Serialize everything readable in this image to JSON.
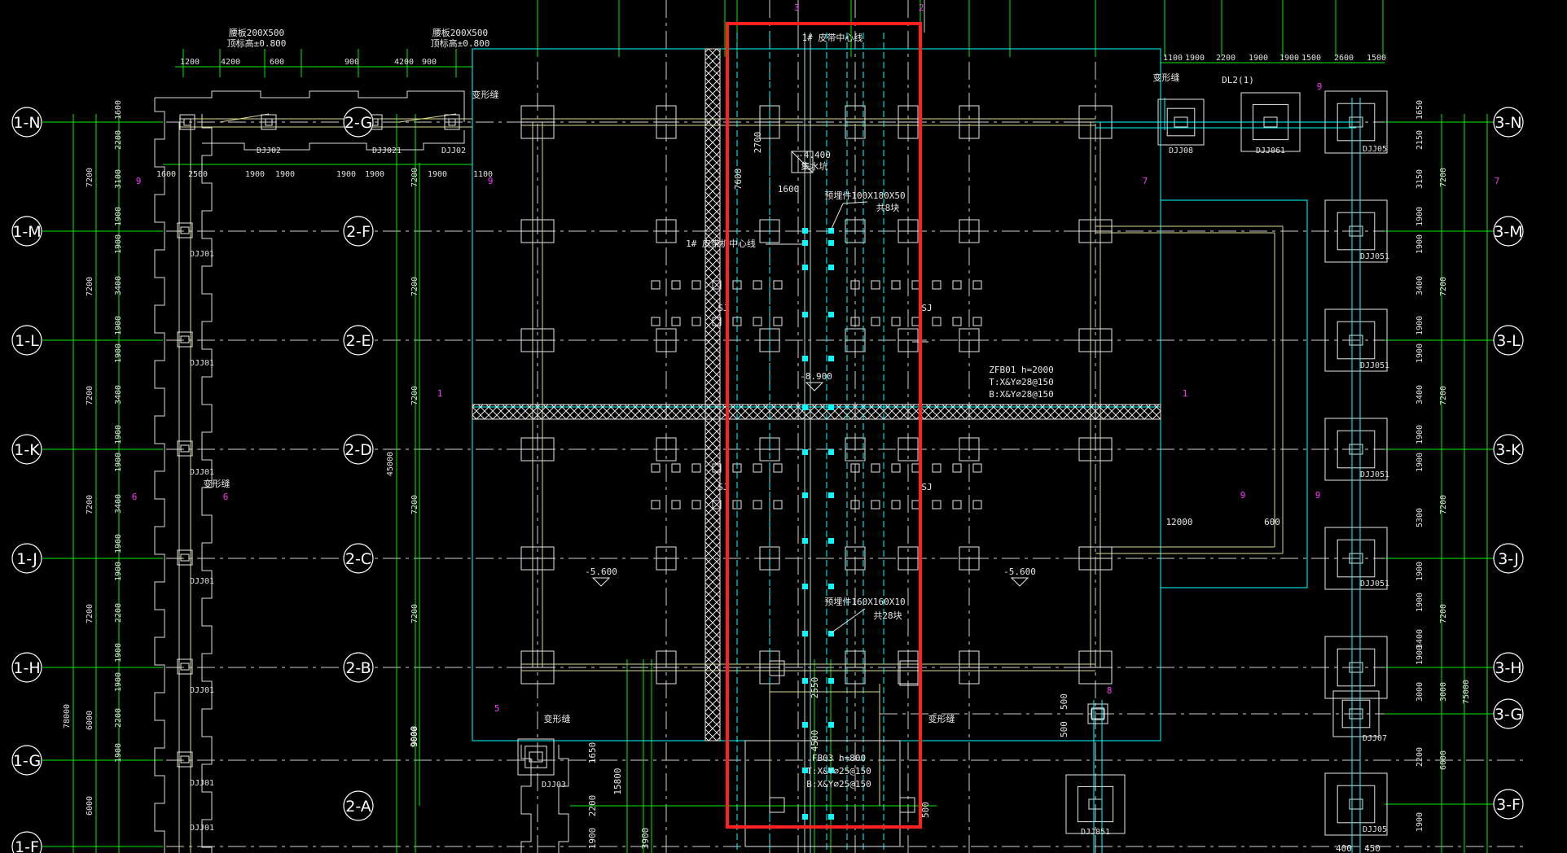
{
  "axes_left": [
    "1-N",
    "1-M",
    "1-L",
    "1-K",
    "1-J",
    "1-H",
    "1-G",
    "1-F"
  ],
  "axes_mid": [
    "2-G",
    "2-F",
    "2-E",
    "2-D",
    "2-C",
    "2-B",
    "2-A"
  ],
  "axes_right": [
    "3-N",
    "3-M",
    "3-L",
    "3-K",
    "3-J",
    "3-H",
    "3-G",
    "3-F"
  ],
  "axes_top": [
    "3",
    "2"
  ],
  "top_dims_left": [
    "1200",
    "4200",
    "600",
    "900",
    "4200",
    "900"
  ],
  "top_dims_right": [
    "1100",
    "1900",
    "2200",
    "1900",
    "1900",
    "1500",
    "2600",
    "1500"
  ],
  "row_dims_left": [
    "1600",
    "2500",
    "1900",
    "1900",
    "1900",
    "1900",
    "1900",
    "1100"
  ],
  "left_v_dims": [
    "1600",
    "2200",
    "3100",
    "1900",
    "1900",
    "3400",
    "1900",
    "1900",
    "3400",
    "1900",
    "1900",
    "3400",
    "1900",
    "1900",
    "2200",
    "1900",
    "1900",
    "2200",
    "1900"
  ],
  "left_span_dims": [
    "7200",
    "7200",
    "7200",
    "7200",
    "7200",
    "6000",
    "6000"
  ],
  "left_total": "78000",
  "mid_v_dims": [
    "7200",
    "7200",
    "7200",
    "7200",
    "7200",
    "9000"
  ],
  "mid_total": "45000",
  "right_v_dims": [
    "1650",
    "2150",
    "3150",
    "1900",
    "1900",
    "3400",
    "1900",
    "1900",
    "3400",
    "1900",
    "1900",
    "5300",
    "1900",
    "1900",
    "3400",
    "1900",
    "3000",
    "2200",
    "1900"
  ],
  "right_span_dims": [
    "7200",
    "7200",
    "7200",
    "7200",
    "7200",
    "3000",
    "6000"
  ],
  "right_total": "75000",
  "footing_tags": {
    "top": [
      "DJJ02",
      "DJJ021",
      "DJJ02"
    ],
    "left": [
      "DJJ01",
      "DJJ01",
      "DJJ01",
      "DJJ01",
      "DJJ01",
      "DJJ01",
      "DJJ01"
    ],
    "right": [
      "DJJ05",
      "DJJ051",
      "DJJ051",
      "DJJ051",
      "DJJ051",
      "DJJ07",
      "DJJ05"
    ],
    "right_top": [
      "DJJ08",
      "DJJ061"
    ],
    "bottom": [
      "DJJ03",
      "DJJ051"
    ]
  },
  "notes": {
    "beam_top_left": "腰板200X500",
    "beam_top_left_2": "顶标高±0.800",
    "beam_top_right": "腰板200X500",
    "beam_top_right_2": "顶标高±0.800",
    "center_line": "1# 皮带中心线",
    "pit_elev": "-4.400",
    "pit_label": "集水坑",
    "embed_1": "预埋件100X180X50",
    "embed_1b": "共8块",
    "embed_2": "预埋件160X160X10",
    "embed_2b": "共28块",
    "belt_line_2": "1# 皮带机中心线",
    "zfb": "ZFB01 h=2000",
    "zfb_t": "T:X&Y⌀28@150",
    "zfb_b": "B:X&Y⌀28@150",
    "fb": "FB03 h=800",
    "fb_t": "T:X&Y⌀25@150",
    "fb_b": "B:X&Y⌀25@150",
    "elev_890": "-8.900",
    "elev_560a": "-5.600",
    "elev_560b": "-5.600",
    "sj_a": "SJ",
    "sj_b": "SJ",
    "sj_c": "SJ",
    "sj_d": "SJ",
    "post_1": "变形缝",
    "post_2": "变形缝",
    "post_3": "变形缝",
    "post_4": "变形缝",
    "post_5": "变形缝",
    "dl2": "DL2(1)",
    "dim_12000": "12000",
    "dim_600": "600",
    "dim_2700": "2700",
    "dim_7600": "7600",
    "dim_1600": "1600",
    "dim_2550": "2550",
    "dim_4500": "4500",
    "dim_500a": "500",
    "dim_500b": "500",
    "dim_9000": "9000",
    "dim_15800": "15800",
    "dim_3900": "3900",
    "dim_1650": "1650",
    "dim_2200": "2200",
    "dim_1900": "1900",
    "dim_500c": "500",
    "dim_400": "400",
    "dim_450": "450"
  },
  "section_marks": [
    "9",
    "9",
    "7",
    "7",
    "1",
    "1",
    "6",
    "6",
    "9",
    "9",
    "5",
    "8",
    "9"
  ],
  "colors": {
    "background": "#000000",
    "axis_green": "#00ee00",
    "wall_yellow": "#d8d890",
    "cyan": "#00ffff",
    "white": "#ffffff",
    "magenta": "#ff33ff",
    "highlight_red": "#ff2020",
    "hatch": "#e8e8e8"
  }
}
